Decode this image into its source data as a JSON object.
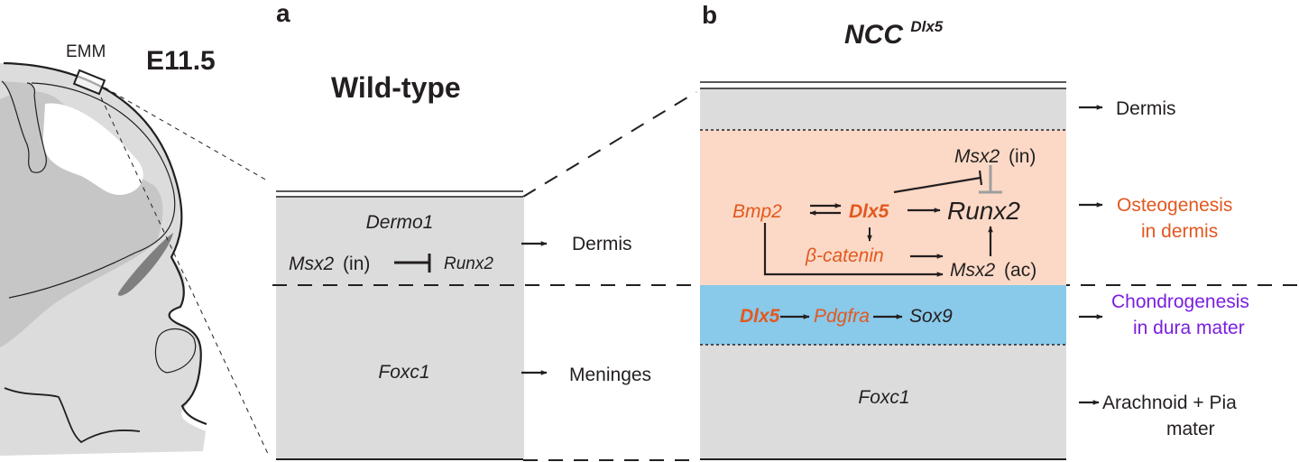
{
  "colors": {
    "tissue_light": "#d9d9d9",
    "tissue_mid": "#c4c4c4",
    "tissue_dark": "#7f7f7f",
    "layer_gray": "#dcdcdc",
    "osteo_bg": "#fbd9c6",
    "chondro_bg": "#89c9ea",
    "orange_text": "#e2581f",
    "purple_text": "#7a1ee0",
    "ink": "#231f20",
    "inhibit_gray": "#9e9e9e"
  },
  "schematic": {
    "region_label": "EMM",
    "stage_label": "E11.5"
  },
  "panel_a": {
    "letter": "a",
    "title": "Wild-type",
    "upper_layer": {
      "gene": "Dermo1",
      "inhibitor": "Msx2",
      "inhibitor_suffix": "(in)",
      "target": "Runx2",
      "outcome": "Dermis"
    },
    "lower_layer": {
      "gene": "Foxc1",
      "outcome": "Meninges"
    }
  },
  "panel_b": {
    "letter": "b",
    "title_main": "NCC",
    "title_sup": "Dlx5",
    "dermis_layer": {
      "outcome": "Dermis"
    },
    "osteo_layer": {
      "msx2_in": "Msx2",
      "msx2_in_suffix": "(in)",
      "bmp2": "Bmp2",
      "dlx5": "Dlx5",
      "runx2": "Runx2",
      "bcatenin": "β-catenin",
      "msx2_ac": "Msx2",
      "msx2_ac_suffix": "(ac)",
      "outcome_line1": "Osteogenesis",
      "outcome_line2": "in dermis"
    },
    "chondro_layer": {
      "dlx5": "Dlx5",
      "pdgfra": "Pdgfra",
      "sox9": "Sox9",
      "outcome_line1": "Chondrogenesis",
      "outcome_line2": "in dura mater"
    },
    "meninges_layer": {
      "gene": "Foxc1",
      "outcome_line1": "Arachnoid + Pia",
      "outcome_line2": "mater"
    }
  }
}
